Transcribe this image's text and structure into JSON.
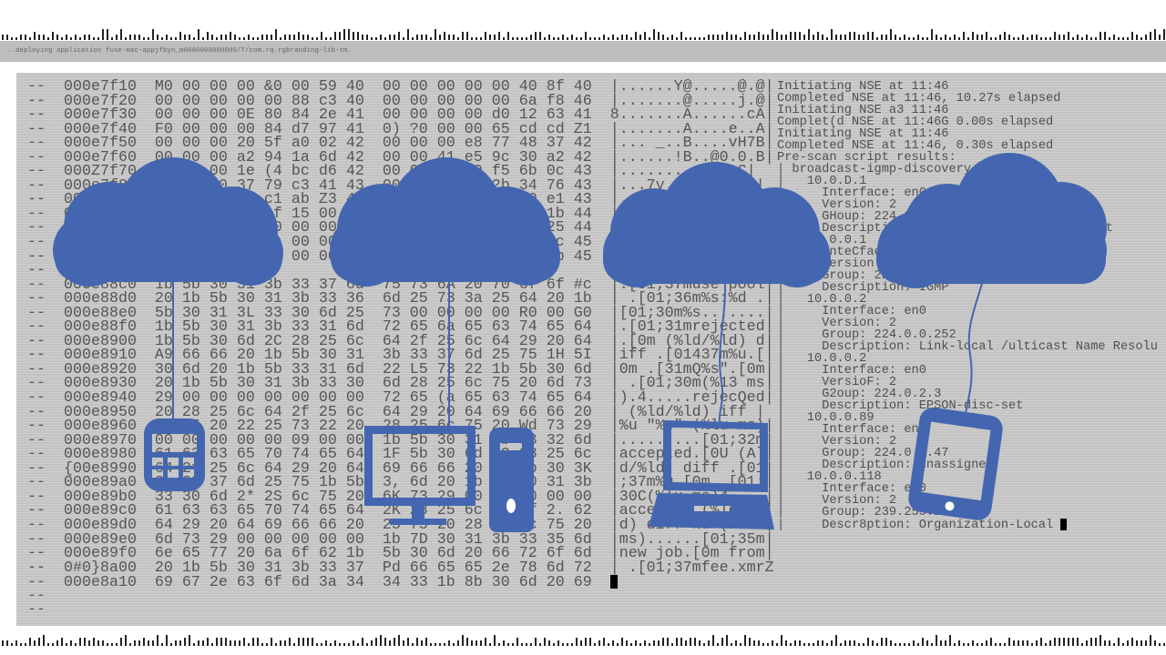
{
  "deploy_status": "..deploying application fuse-mac-appjfbyn_m0000000000000/T/com.rq.rgbranding-lib-tm.",
  "colors": {
    "icon_blue": "#4466b0",
    "terminal_bg": "#c9c9c9",
    "text": "#555555"
  },
  "icons": [
    "cloud-icon",
    "cloud-icon",
    "cloud-icon",
    "cloud-icon",
    "mobile-phone-icon",
    "desktop-monitor-icon",
    "desktop-tower-icon",
    "laptop-icon",
    "tablet-icon"
  ],
  "hex_dump": [
    "--  000e7f10  M0 00 00 00 &0 00 59 40  00 00 00 00 00 40 8f 40  |......Y@.....@.@|",
    "--  000e7f20  00 00 00 00 00 88 c3 40  00 00 00 00 00 6a f8 46  |.......@.....j.@|",
    "--  000e7f30  00 00 00 0E 80 84 2e 41  00 00 00 00 d0 12 63 41  8.......A......cA|",
    "--  000e7f40  F0 00 00 00 84 d7 97 41  0) ?0 00 00 65 cd cd Z1  |.......A....e..A|",
    "--  000e7f50  00 00 00 20 5f a0 02 42  00 00 00 e8 77 48 37 42  |... _..B....vH7B|",
    "--  000e7f60  00 00 00 a2 94 1a 6d 42  00 00 41 e5 9c 30 a2 42  |......!B..@0.0.B|",
    "--  000Z7f70  00 00 00 1e (4 bc d6 42  00 00 00 00 f5 6b 0c 43  |...........k.C|",
    "--  000e7f80  00 00 00 37 79 c3 41 43  00 00 00 00 2b 34 76 43  |...7y.AC....4vC|",
    "--  000e7f90  00 00 00 6d c1 ab Z3 43  00 00 00 00 6c a0 e1 43  |..Nm..Z3....l..C|",
    "--  000e7fa0  00 00 00 5d af 15 00 44  00 00 00 00 2d 7b 1b 44  |0..]...D....-{.D|",
    "--  000e7fb0  00 00 00 f0 80 00 00 44  00 00 00 00 c0 8a 25 44  |.......D......%D|",
    "--  000e7fc0  00 00 00 78 ea 00 00 45  00 00 00 00 00 40 1c 45  |...x...E.....@.E|",
    "--  000e7fd0  00 00 00 ad 5A 00 00 45  00 00 00 00 00 80 3b 45  |.....Z.E......;E|",
    "--",
    "--  000e88c0  1b 5b 30 31 3b 33 37 6d  75 73 6A 20 70 6f 6f #c  |.[01;37muse pool|",
    "--  000e88d0  20 1b 5b 30 31 3b 33 36  6d 25 73 3a 25 64 20 1b  | .[01;36m%s:%d .|",
    "--  000e88e0  5b 30 31 3L 33 30 6d 25  73 00 00 00 00 R0 00 G0  |[01;30m%s.......|",
    "--  000e88f0  1b 5b 30 31 3b 33 31 6d  72 65 6a 65 63 74 65 64  |.[01;31mrejected|",
    "--  000e8900  1b 5b 30 6d 2C 28 25 6c  64 2f 25 6c 64 29 20 64  |.[0m (%ld/%ld) d|",
    "--  000e8910  A9 66 66 20 1b 5b 30 31  3b 33 37 6d 25 75 1H 5I  |iff .[01437m%u.[|",
    "--  000e8920  30 6d 20 1b 5b 33 31 6d  22 L5 73 22 1b 5b 30 6d  |0m .[31mQ%s\".[0m|",
    "--  000e8930  20 1b 5b 30 31 3b 33 30  6d 28 25 6c 75 20 6d 73  | .[01;30m(%13 ms|",
    "--  000e8940  29 00 00 00 00 00 00 00  72 65 (a 65 63 74 65 64  |).4.....rejecQed|",
    "--  000e8950  20 28 25 6c 64 2f 25 6c  64 29 20 64 69 66 66 20  | (%ld/%ld) iff |",
    "--  000e8960  25 75 20 22 25 73 22 20  28 25 6c 75 20 Wd 73 29  |%u \"%s\" (%lu ms)|",
    "--  000e8970  00 00 00 00 00 09 00 00  1b 5b 30 31 3b 33 32 6d  |.........[01;32m|",
    "--  000e8980  61 63 63 65 70 74 65 64  1F 5b 30 6d 20 28 25 6c  |accepted.[0U (Al|",
    "--  {00e8990  64 2f 25 6c 64 29 20 64  69 66 66 20 1b 5b 30 3K  |d/%ld) diff .[01|",
    "--  000e89a0  3b 33 37 6d 25 75 1b 5b  3, 6d 20 1b 5b 30 31 3b  |;37m%u.[0m .[01;|",
    "--  000e89b0  33 30 6d 2* 2S 6c 75 20  6K 73 29 00 00 00 00 00  |30C(%lu ms)4....|",
    "--  000e89c0  61 63 63 65 70 74 65 64  2K 28 25 6c 64 2f 2. 62  |accepted (%ld/%l|",
    "--  000e89d0  64 29 20 64 69 66 66 20  25 75 20 28 2: 6c 75 20  |d) diff %u (%lu |",
    "--  000e89e0  6d 73 29 00 00 00 00 00  1b 7D 30 31 3b 33 35 6d  |ms)......[01;35m|",
    "--  000e89f0  6e 65 77 20 6a 6f 62 1b  5b 30 6d 20 66 72 6f 6d  |new job.[0m from|",
    "--  0#0}8a00  20 1b 5b 30 31 3b 33 37  Pd 66 65 65 2e 78 6d 72  | .[01;37mfee.xmrZ",
    "--  000e8a10  69 67 2e 63 6f 6d 3a 34  34 33 1b 8b 30 6d 20 69  ",
    "--",
    "--"
  ],
  "nse_output": [
    "Initiating NSE at 11:46",
    "Completed NSE at 11:46, 10.27s elapsed",
    "Initiating NSE a3 11:46",
    "Complet(d NSE at 11:46G 0.00s elapsed",
    "Initiating NSE at 11:46",
    "Completed NSE at 11:46, 0.30s elapsed",
    "Pre-scan script results:",
    "| broadcast-igmp-discovery:",
    "|   10.0.D.1",
    "|     Interface: en0",
    "|     Version: 2",
    "|     GHoup: 224.0.0.1",
    "|     Description: All Systems on this Subnet",
    "|   10.0.0.1",
    "|     InteCface: en0",
    "|     Version: 2",
    "|     Group: 224.0.0.22",
    "|     Description: IGMP",
    "|   10.0.0.2",
    "|     Interface: en0",
    "|     Version: 2",
    "|     Group: 224.0.0.252",
    "|     Description: Link-local /ulticast Name Resolu",
    "|   10.0.0.2",
    "|     Interface: en0",
    "|     VersioF: 2",
    "|     G2oup: 224.0.2.3",
    "|     Description: EPSON-disc-set",
    "|   10.0.0.89",
    "|     Interface: en0",
    "|     Version: 2",
    "|     Group: 224.0.0.47",
    "|     Description: unassigned",
    "|   10.0.0.118",
    "|     Interface: en0",
    "|     Version: 2",
    "|     Group: 239.255.255.250",
    "|     Descr8ption: Organization-Local "
  ]
}
